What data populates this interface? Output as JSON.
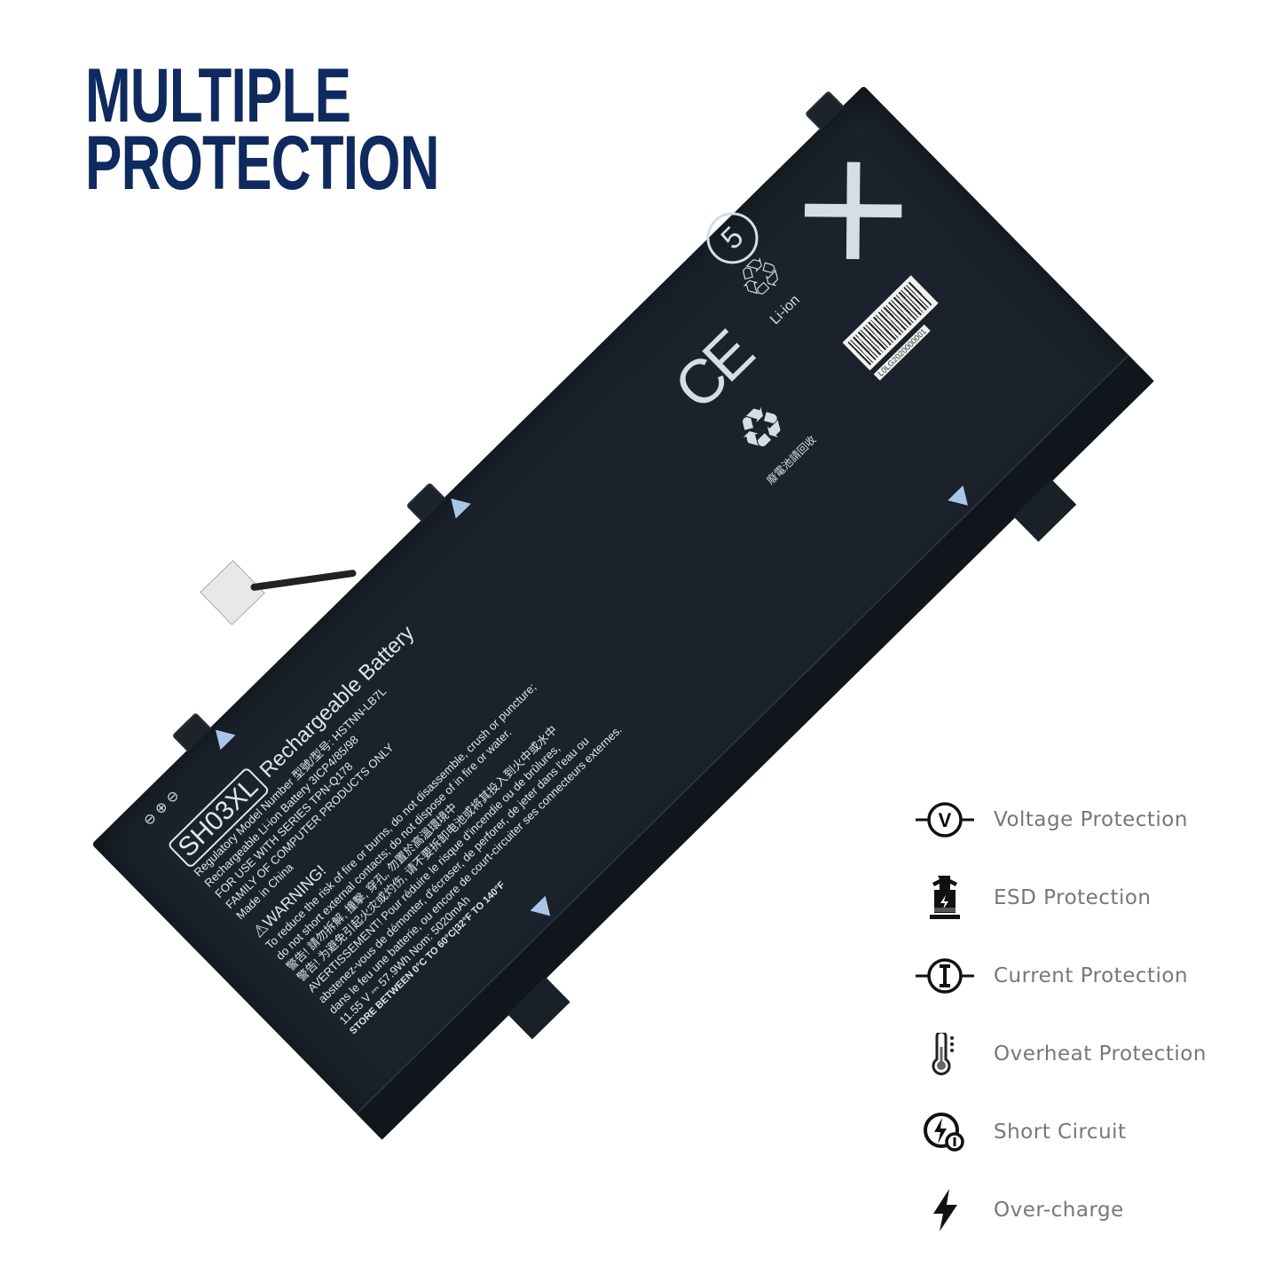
{
  "title": {
    "line1": "MULTIPLE",
    "line2": "PROTECTION"
  },
  "battery": {
    "model": "SH03XL",
    "heading": "Rechargeable Battery",
    "lines": [
      "Regulatory Model Number 型號/型号: HSTNN-LB7L",
      "Rechargeable Li-ion Battery   3ICP4/85/98",
      "FOR USE WITH SERIES TPN-Q178",
      "FAMILY OF COMPUTER PRODUCTS ONLY",
      "Made in China"
    ],
    "warning_title": "⚠WARNING!",
    "warning_lines": [
      "To reduce the risk of fire or burns, do not disassemble, crush or puncture;",
      "do not short external contacts; do not dispose of in fire or water.",
      "警告! 請勿拆解, 撞擊, 穿孔, 勿置於高溫環境中",
      "警告! 为避免引起火灾或灼伤, 请不要拆卸电池或将其投入到火中或水中",
      "AVERTISSEMENT! Pour réduire le risque d'incendie ou de brûlures,",
      "abstenez-vous de démonter, d'écraser, de perforer, de jeter dans l'eau ou",
      "dans le feu une batterie, ou encore de court-circuiter ses connecteurs externes.",
      "11.55 V ⎓ 57.9Wh  Nom: 5020mAh",
      "STORE BETWEEN 0°C TO 60°C|32°F TO 140°F"
    ],
    "terminals": "⊖ ⊕ ⊖",
    "li_ion": "Li-ion",
    "ce_mark": "CE",
    "recycle_label": "廢電池請回收",
    "barcode_text": "L0LG2020000001"
  },
  "features": [
    {
      "icon": "voltage-icon",
      "label": "Voltage Protection"
    },
    {
      "icon": "esd-icon",
      "label": "ESD Protection"
    },
    {
      "icon": "current-icon",
      "label": "Current Protection"
    },
    {
      "icon": "thermometer-icon",
      "label": "Overheat Protection"
    },
    {
      "icon": "short-circuit-icon",
      "label": "Short Circuit"
    },
    {
      "icon": "lightning-icon",
      "label": "Over-charge"
    }
  ]
}
